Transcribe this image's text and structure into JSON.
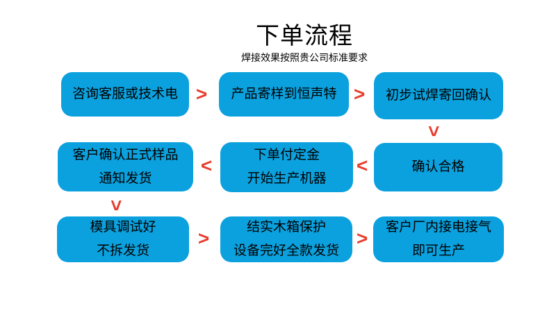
{
  "header": {
    "title": "下单流程",
    "subtitle": "焊接效果按照贵公司标准要求"
  },
  "colors": {
    "background": "#ffffff",
    "box_fill": "#0ba1de",
    "arrow": "#e83c2d",
    "text": "#000000"
  },
  "steps": [
    {
      "lines": [
        "咨询客服或技术电"
      ]
    },
    {
      "lines": [
        "产品寄样到恒声特"
      ]
    },
    {
      "lines": [
        "初步试焊寄回确认"
      ]
    },
    {
      "lines": [
        "客户确认正式样品",
        "通知发货"
      ]
    },
    {
      "lines": [
        "下单付定金",
        "开始生产机器"
      ]
    },
    {
      "lines": [
        "确认合格"
      ]
    },
    {
      "lines": [
        "模具调试好",
        "不拆发货"
      ]
    },
    {
      "lines": [
        "结实木箱保护",
        "设备完好全款发货"
      ]
    },
    {
      "lines": [
        "客户厂内接电接气",
        "即可生产"
      ]
    }
  ],
  "arrows": [
    {
      "symbol": ">",
      "direction": "right"
    },
    {
      "symbol": ">",
      "direction": "right"
    },
    {
      "symbol": ">",
      "direction": "down"
    },
    {
      "symbol": "<",
      "direction": "left"
    },
    {
      "symbol": "<",
      "direction": "left"
    },
    {
      "symbol": ">",
      "direction": "down"
    },
    {
      "symbol": ">",
      "direction": "right"
    },
    {
      "symbol": ">",
      "direction": "right"
    }
  ]
}
